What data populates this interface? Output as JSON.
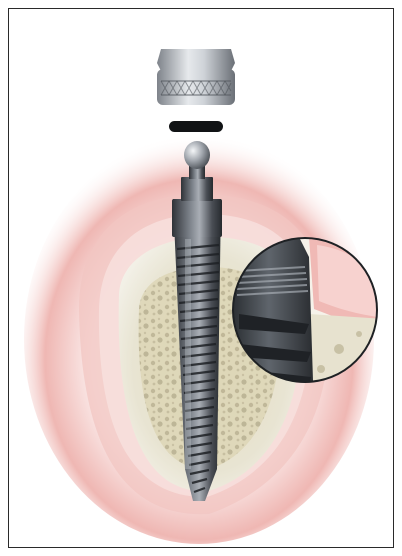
{
  "illustration": {
    "subject": "dental-mini-implant-cross-section",
    "parts": [
      "o-ring-cap-housing",
      "o-ring",
      "ball-head-abutment",
      "threaded-implant-body",
      "jaw-bone-cross-section",
      "gingiva",
      "magnified-detail-inset"
    ]
  },
  "colors": {
    "frame_border": "#2a2a2a",
    "gum_pink": "#e8a7a3",
    "gum_light": "#f7dcd8",
    "bone_cortical": "#f1efe6",
    "bone_cancellous": "#d9d3b4",
    "implant_dark": "#3d4147",
    "implant_mid": "#6d737b",
    "implant_light": "#d9dde2",
    "cap_silver": "#b8bcc2",
    "inset_border": "#1e2124"
  }
}
